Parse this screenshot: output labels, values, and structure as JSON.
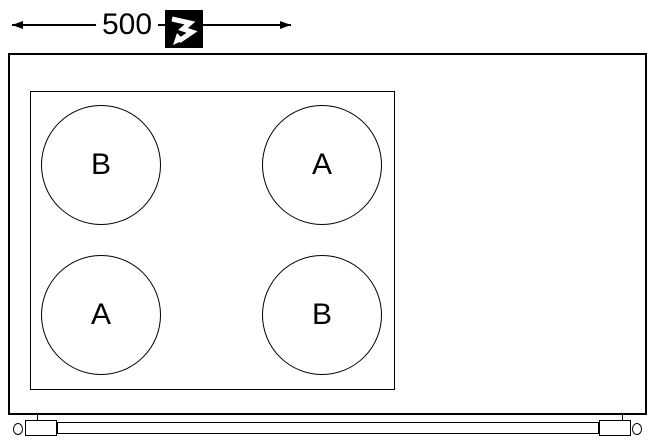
{
  "dimension": {
    "label": "500"
  },
  "icons": {
    "electric": "lightning-bolt-arrow"
  },
  "burners": {
    "top_left": "B",
    "top_right": "A",
    "bottom_left": "A",
    "bottom_right": "B"
  },
  "colors": {
    "line": "#000000",
    "background": "#ffffff",
    "icon_background": "#000000",
    "icon_glyph": "#ffffff"
  }
}
